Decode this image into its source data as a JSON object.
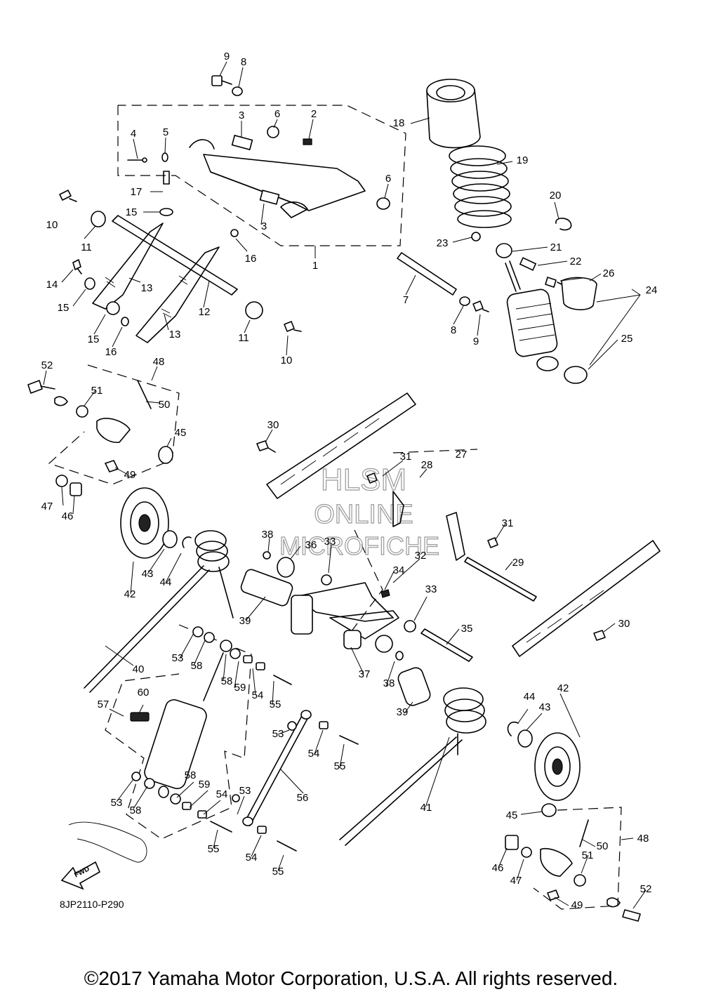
{
  "watermark": {
    "line1": "HLSM",
    "line2": "ONLINE",
    "line3": "MICROFICHE"
  },
  "fwd_label": "FWD",
  "diagram_code": "8JP2110-P290",
  "copyright": "©2017 Yamaha Motor Corporation, U.S.A. All rights reserved.",
  "callouts": [
    "9",
    "8",
    "6",
    "2",
    "3",
    "18",
    "4",
    "5",
    "19",
    "17",
    "10",
    "15",
    "3",
    "6",
    "20",
    "1",
    "11",
    "16",
    "23",
    "21",
    "22",
    "26",
    "24",
    "14",
    "13",
    "7",
    "15",
    "12",
    "8",
    "9",
    "13",
    "15",
    "16",
    "11",
    "10",
    "25",
    "52",
    "48",
    "50",
    "51",
    "30",
    "27",
    "45",
    "31",
    "28",
    "49",
    "47",
    "46",
    "31",
    "38",
    "36",
    "33",
    "32",
    "43",
    "44",
    "34",
    "29",
    "42",
    "33",
    "39",
    "35",
    "30",
    "53",
    "58",
    "40",
    "58",
    "59",
    "37",
    "38",
    "54",
    "55",
    "39",
    "57",
    "60",
    "53",
    "44",
    "42",
    "43",
    "54",
    "55",
    "56",
    "58",
    "53",
    "59",
    "54",
    "41",
    "53",
    "45",
    "58",
    "50",
    "48",
    "55",
    "51",
    "46",
    "47",
    "54",
    "49",
    "52",
    "55"
  ]
}
